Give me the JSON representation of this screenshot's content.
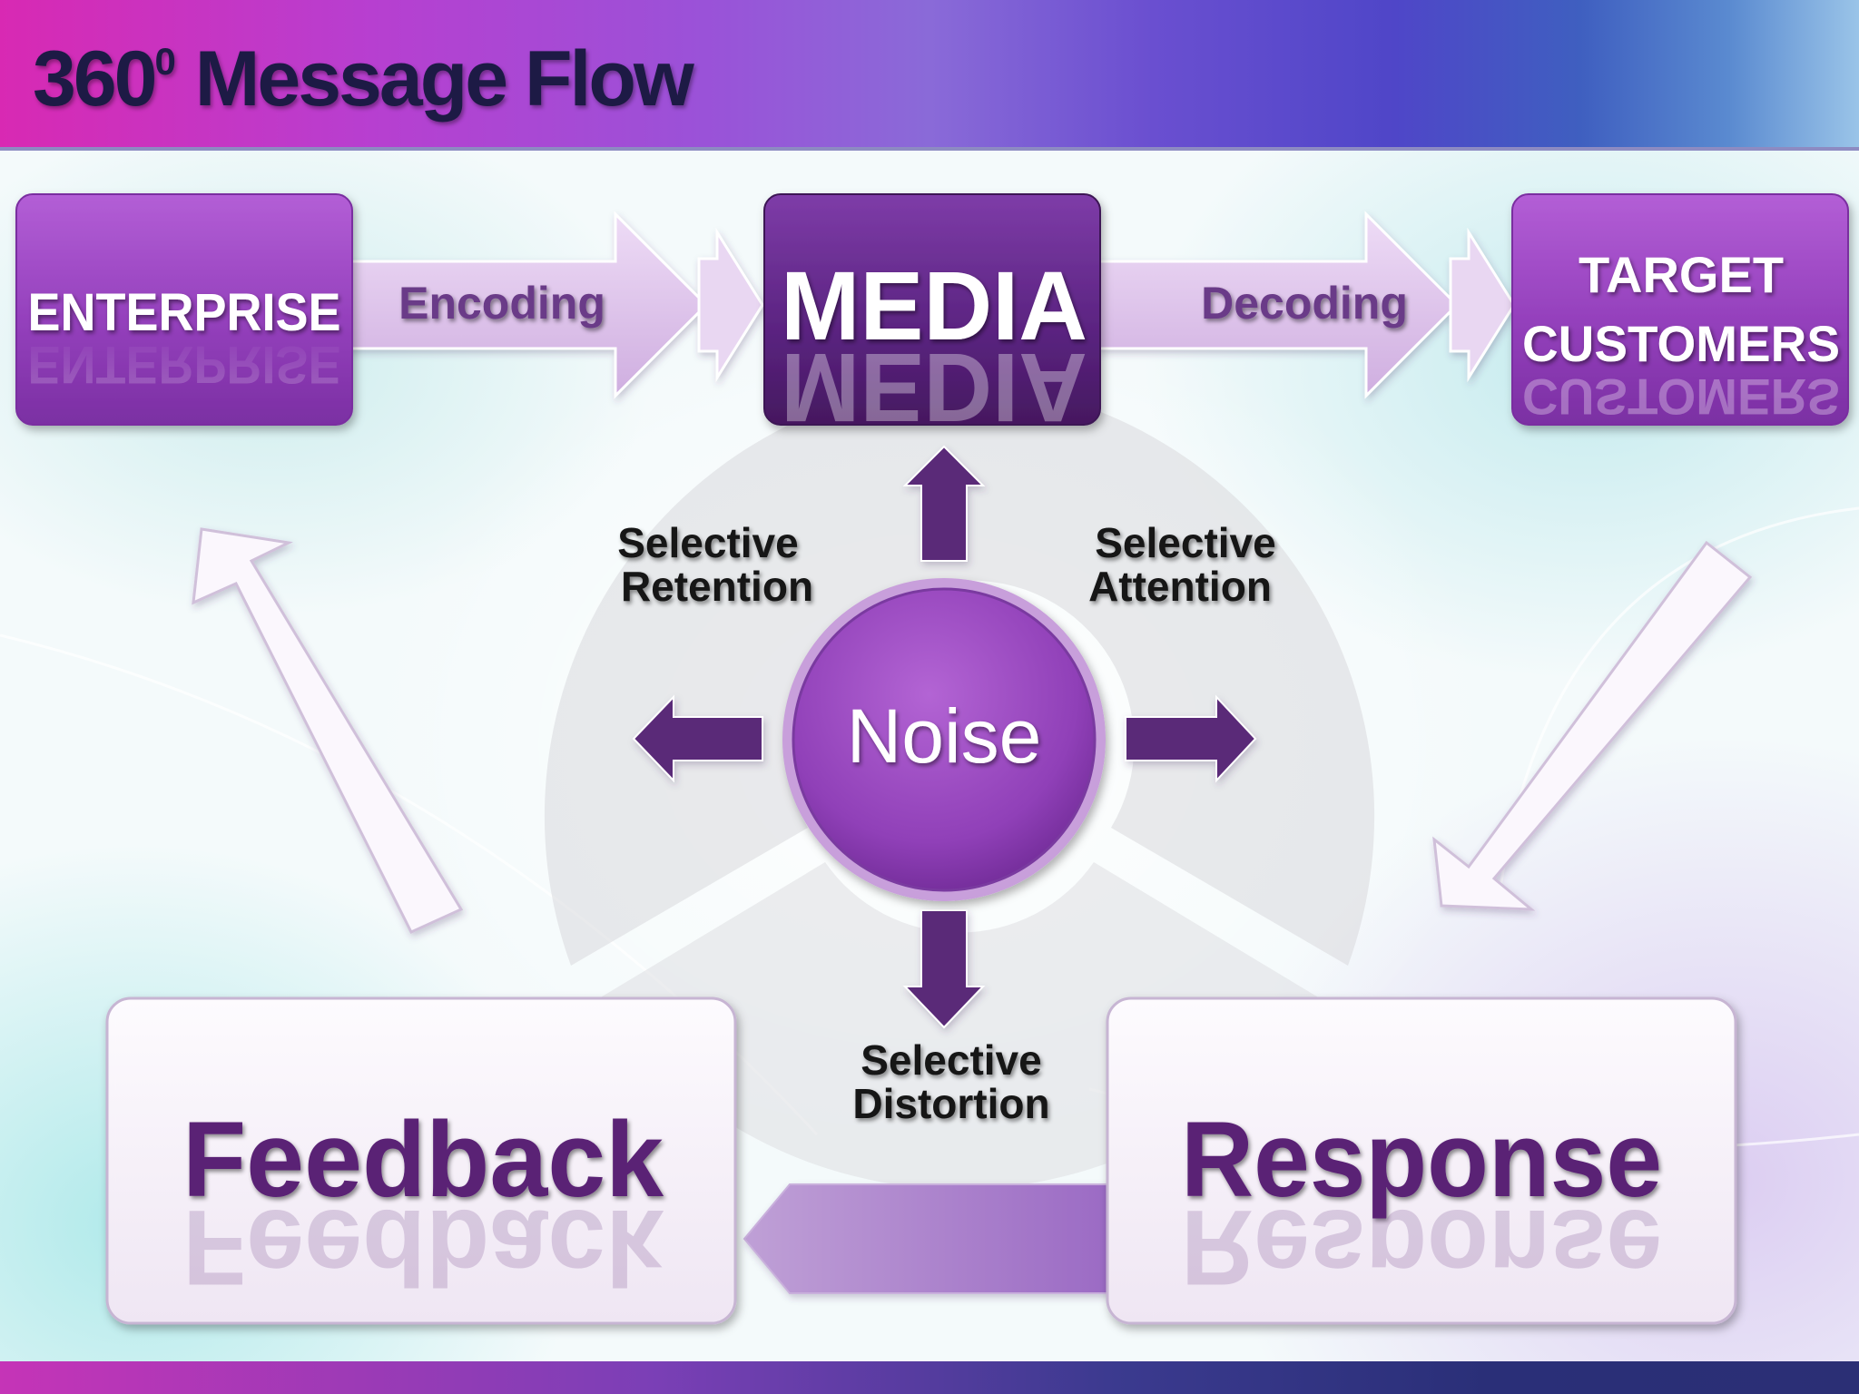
{
  "slide": {
    "title_main": "360",
    "title_superscript": "0",
    "title_rest": " Message Flow"
  },
  "diagram": {
    "nodes": {
      "enterprise": "ENTERPRISE",
      "media": "MEDIA",
      "target_line1": "TARGET",
      "target_line2": "CUSTOMERS",
      "noise": "Noise",
      "feedback": "Feedback",
      "response": "Response"
    },
    "edges": {
      "encoding": "Encoding",
      "decoding": "Decoding"
    },
    "noise_effects": {
      "retention_line1": "Selective",
      "retention_line2": "Retention",
      "attention_line1": "Selective",
      "attention_line2": "Attention",
      "distortion_line1": "Selective",
      "distortion_line2": "Distortion"
    }
  },
  "colors": {
    "dark_purple": "#5a2a78",
    "box_purple": "#9b45c0",
    "title_text": "#1d1a45"
  }
}
